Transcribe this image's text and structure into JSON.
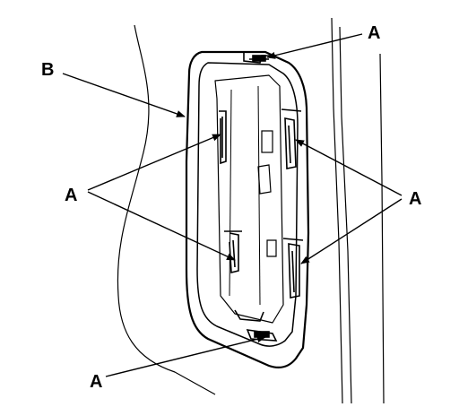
{
  "callouts": [
    {
      "id": "a-top",
      "label": "A"
    },
    {
      "id": "b-left",
      "label": "B"
    },
    {
      "id": "a-left-middle",
      "label": "A"
    },
    {
      "id": "a-right-middle",
      "label": "A"
    },
    {
      "id": "a-bottom",
      "label": "A"
    }
  ],
  "colors": {
    "line": "#000000",
    "background": "#ffffff"
  }
}
